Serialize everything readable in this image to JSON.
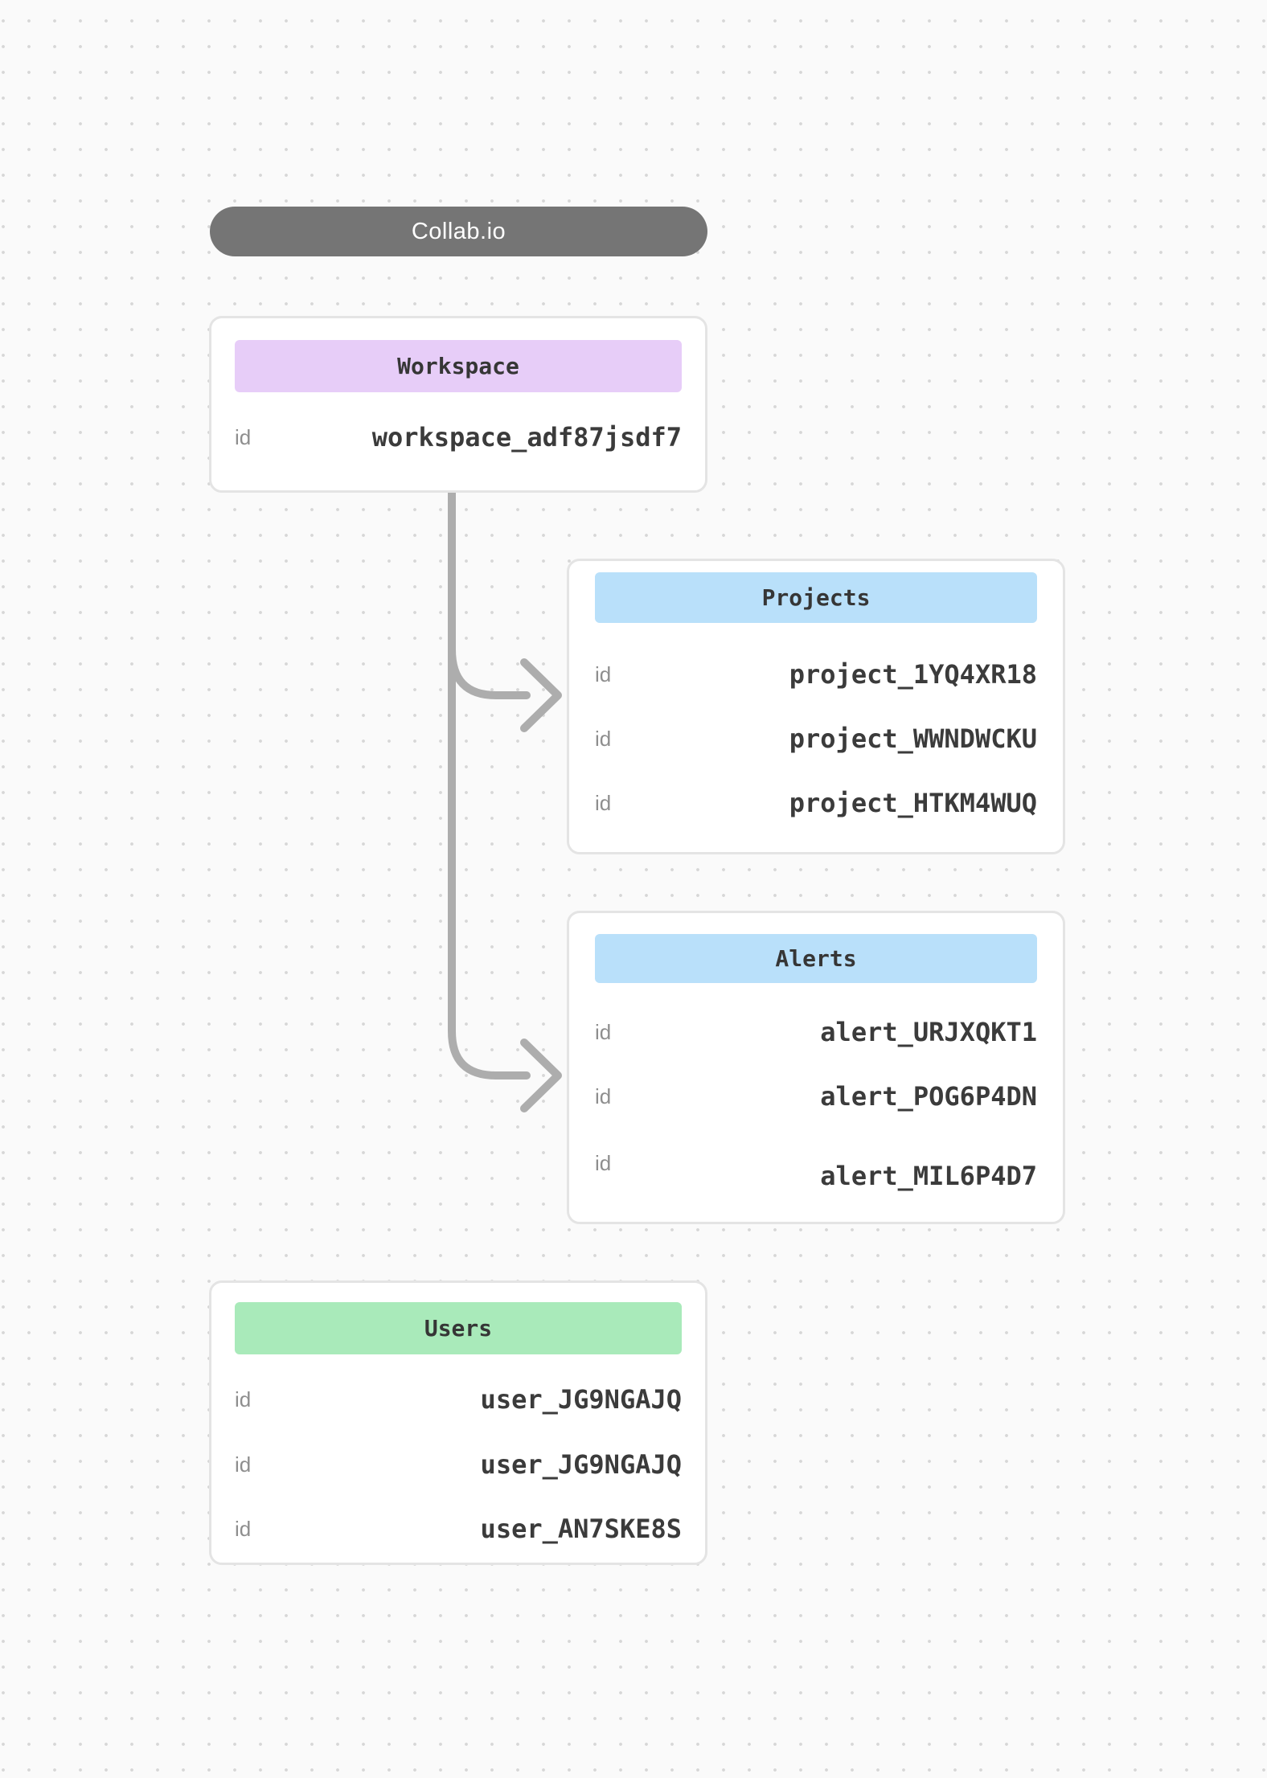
{
  "app_pill": {
    "label": "Collab.io"
  },
  "nodes": {
    "workspace": {
      "title": "Workspace",
      "rows": [
        {
          "label": "id",
          "value": "workspace_adf87jsdf7"
        }
      ]
    },
    "projects": {
      "title": "Projects",
      "rows": [
        {
          "label": "id",
          "value": "project_1YQ4XR18"
        },
        {
          "label": "id",
          "value": "project_WWNDWCKU"
        },
        {
          "label": "id",
          "value": "project_HTKM4WUQ"
        }
      ]
    },
    "alerts": {
      "title": "Alerts",
      "rows": [
        {
          "label": "id",
          "value": "alert_URJXQKT1"
        },
        {
          "label": "id",
          "value": "alert_POG6P4DN"
        },
        {
          "label": "id",
          "value": "alert_MIL6P4D7"
        }
      ]
    },
    "users": {
      "title": "Users",
      "rows": [
        {
          "label": "id",
          "value": "user_JG9NGAJQ"
        },
        {
          "label": "id",
          "value": "user_JG9NGAJQ"
        },
        {
          "label": "id",
          "value": "user_AN7SKE8S"
        }
      ]
    }
  },
  "edges": [
    {
      "from": "workspace",
      "to": "projects"
    },
    {
      "from": "workspace",
      "to": "alerts"
    }
  ],
  "colors": {
    "pill_bg": "#757575",
    "pill_text": "#ffffff",
    "workspace_header_bg": "#e7cdf8",
    "projects_header_bg": "#b9e0fa",
    "alerts_header_bg": "#b9e0fa",
    "users_header_bg": "#a9eaba",
    "connector": "#adadad",
    "card_border": "#e4e4e4",
    "value_text": "#3b3b3b",
    "label_text": "#8e8e8e"
  }
}
